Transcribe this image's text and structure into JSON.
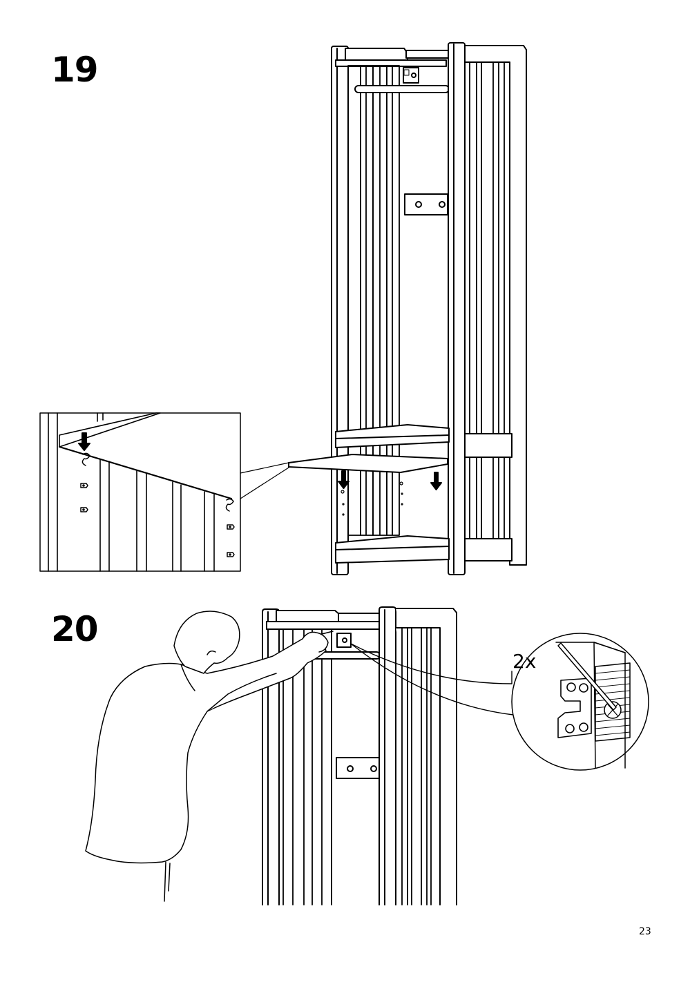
{
  "steps": {
    "step_19": "19",
    "step_20": "20"
  },
  "callout": {
    "quantity": "2x"
  },
  "page": {
    "number": "23"
  },
  "icons": [
    "down-arrow-icon",
    "screw-icon",
    "shelf-pin-icon",
    "wall-bracket-icon",
    "screwdriver-icon",
    "person-illustration"
  ]
}
